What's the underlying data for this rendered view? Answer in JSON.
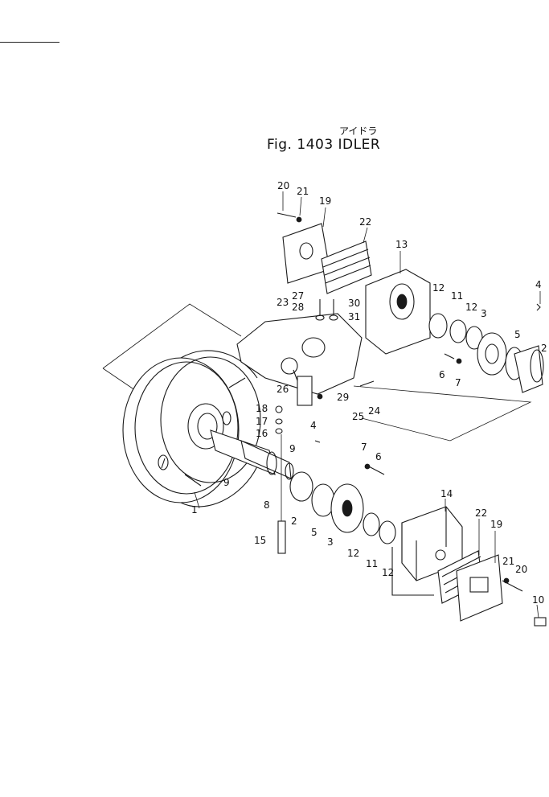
{
  "figure": {
    "prefix": "Fig.",
    "number": "1403",
    "title_en": "IDLER",
    "title_jp": "アイドラ"
  },
  "callouts": {
    "c1": "1",
    "c2a": "2",
    "c2b": "2",
    "c3a": "3",
    "c3b": "3",
    "c4a": "4",
    "c4b": "4",
    "c5a": "5",
    "c5b": "5",
    "c6a": "6",
    "c6b": "6",
    "c7a": "7",
    "c7b": "7",
    "c8": "8",
    "c9a": "9",
    "c9b": "9",
    "c10": "10",
    "c11a": "11",
    "c11b": "11",
    "c12a": "12",
    "c12b": "12",
    "c12c": "12",
    "c12d": "12",
    "c13": "13",
    "c14": "14",
    "c15": "15",
    "c16": "16",
    "c17": "17",
    "c18": "18",
    "c19a": "19",
    "c19b": "19",
    "c20a": "20",
    "c20b": "20",
    "c21a": "21",
    "c21b": "21",
    "c22a": "22",
    "c22b": "22",
    "c23": "23",
    "c24": "24",
    "c25": "25",
    "c26": "26",
    "c27": "27",
    "c28": "28",
    "c29": "29",
    "c30": "30",
    "c31": "31"
  }
}
